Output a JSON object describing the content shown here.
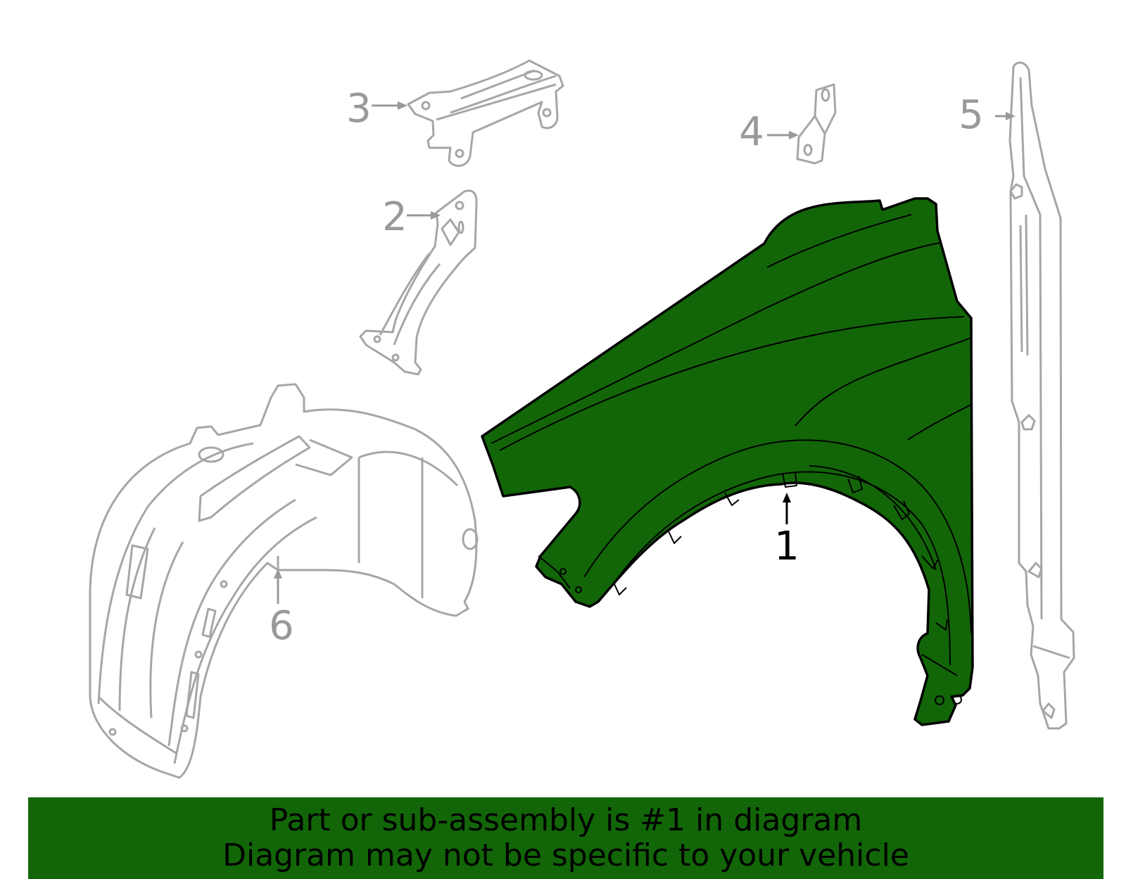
{
  "diagram": {
    "callouts": [
      {
        "id": "1",
        "label": "1",
        "part": "fender",
        "highlighted": true
      },
      {
        "id": "2",
        "label": "2",
        "part": "fender-bracket",
        "highlighted": false
      },
      {
        "id": "3",
        "label": "3",
        "part": "upper-support-bracket",
        "highlighted": false
      },
      {
        "id": "4",
        "label": "4",
        "part": "small-bracket",
        "highlighted": false
      },
      {
        "id": "5",
        "label": "5",
        "part": "side-seal-strip",
        "highlighted": false
      },
      {
        "id": "6",
        "label": "6",
        "part": "fender-liner",
        "highlighted": false
      }
    ],
    "colors": {
      "highlight_fill": "#126608",
      "highlight_stroke": "#000000",
      "inactive_stroke": "#a6a6a6",
      "inactive_label": "#999999"
    }
  },
  "banner": {
    "line1": "Part or sub-assembly is #1 in diagram",
    "line2": "Diagram may not be specific to your vehicle",
    "background": "#126608"
  }
}
